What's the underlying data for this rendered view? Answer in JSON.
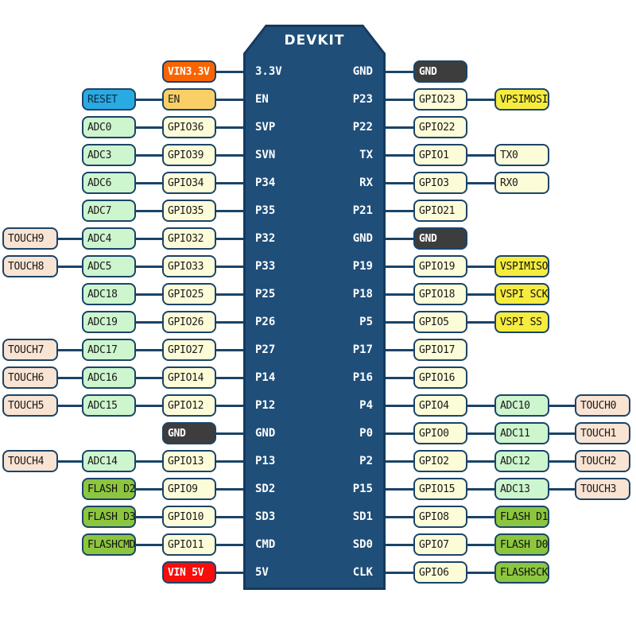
{
  "diagram": {
    "title": "DEVKIT",
    "left_rows": [
      {
        "pin": "3.3V",
        "boxes": [
          {
            "label": "VIN3.3V",
            "type": "power_3v3"
          }
        ]
      },
      {
        "pin": "EN",
        "boxes": [
          {
            "label": "EN",
            "type": "en"
          },
          {
            "label": "RESET",
            "type": "reset"
          }
        ]
      },
      {
        "pin": "SVP",
        "boxes": [
          {
            "label": "GPIO36",
            "type": "gpio"
          },
          {
            "label": "ADC0",
            "type": "adc"
          }
        ]
      },
      {
        "pin": "SVN",
        "boxes": [
          {
            "label": "GPIO39",
            "type": "gpio"
          },
          {
            "label": "ADC3",
            "type": "adc"
          }
        ]
      },
      {
        "pin": "P34",
        "boxes": [
          {
            "label": "GPIO34",
            "type": "gpio"
          },
          {
            "label": "ADC6",
            "type": "adc"
          }
        ]
      },
      {
        "pin": "P35",
        "boxes": [
          {
            "label": "GPIO35",
            "type": "gpio"
          },
          {
            "label": "ADC7",
            "type": "adc"
          }
        ]
      },
      {
        "pin": "P32",
        "boxes": [
          {
            "label": "GPIO32",
            "type": "gpio"
          },
          {
            "label": "ADC4",
            "type": "adc"
          },
          {
            "label": "TOUCH9",
            "type": "touch"
          }
        ]
      },
      {
        "pin": "P33",
        "boxes": [
          {
            "label": "GPIO33",
            "type": "gpio"
          },
          {
            "label": "ADC5",
            "type": "adc"
          },
          {
            "label": "TOUCH8",
            "type": "touch"
          }
        ]
      },
      {
        "pin": "P25",
        "boxes": [
          {
            "label": "GPIO25",
            "type": "gpio"
          },
          {
            "label": "ADC18",
            "type": "adc"
          }
        ]
      },
      {
        "pin": "P26",
        "boxes": [
          {
            "label": "GPIO26",
            "type": "gpio"
          },
          {
            "label": "ADC19",
            "type": "adc"
          }
        ]
      },
      {
        "pin": "P27",
        "boxes": [
          {
            "label": "GPIO27",
            "type": "gpio"
          },
          {
            "label": "ADC17",
            "type": "adc"
          },
          {
            "label": "TOUCH7",
            "type": "touch"
          }
        ]
      },
      {
        "pin": "P14",
        "boxes": [
          {
            "label": "GPIO14",
            "type": "gpio"
          },
          {
            "label": "ADC16",
            "type": "adc"
          },
          {
            "label": "TOUCH6",
            "type": "touch"
          }
        ]
      },
      {
        "pin": "P12",
        "boxes": [
          {
            "label": "GPIO12",
            "type": "gpio"
          },
          {
            "label": "ADC15",
            "type": "adc"
          },
          {
            "label": "TOUCH5",
            "type": "touch"
          }
        ]
      },
      {
        "pin": "GND",
        "boxes": [
          {
            "label": "GND",
            "type": "gnd"
          }
        ]
      },
      {
        "pin": "P13",
        "boxes": [
          {
            "label": "GPIO13",
            "type": "gpio"
          },
          {
            "label": "ADC14",
            "type": "adc"
          },
          {
            "label": "TOUCH4",
            "type": "touch"
          }
        ]
      },
      {
        "pin": "SD2",
        "boxes": [
          {
            "label": "GPIO9",
            "type": "gpio"
          },
          {
            "label": "FLASH D2",
            "type": "flash"
          }
        ]
      },
      {
        "pin": "SD3",
        "boxes": [
          {
            "label": "GPIO10",
            "type": "gpio"
          },
          {
            "label": "FLASH D3",
            "type": "flash"
          }
        ]
      },
      {
        "pin": "CMD",
        "boxes": [
          {
            "label": "GPIO11",
            "type": "gpio"
          },
          {
            "label": "FLASHCMD",
            "type": "flash"
          }
        ]
      },
      {
        "pin": "5V",
        "boxes": [
          {
            "label": "VIN 5V",
            "type": "power_5v"
          }
        ]
      }
    ],
    "right_rows": [
      {
        "pin": "GND",
        "boxes": [
          {
            "label": "GND",
            "type": "gnd"
          }
        ]
      },
      {
        "pin": "P23",
        "boxes": [
          {
            "label": "GPIO23",
            "type": "gpio"
          },
          {
            "label": "VPSIMOSI",
            "type": "vspi"
          }
        ]
      },
      {
        "pin": "P22",
        "boxes": [
          {
            "label": "GPIO22",
            "type": "gpio"
          }
        ]
      },
      {
        "pin": "TX",
        "boxes": [
          {
            "label": "GPIO1",
            "type": "gpio"
          },
          {
            "label": "TX0",
            "type": "gpio"
          }
        ]
      },
      {
        "pin": "RX",
        "boxes": [
          {
            "label": "GPIO3",
            "type": "gpio"
          },
          {
            "label": "RX0",
            "type": "gpio"
          }
        ]
      },
      {
        "pin": "P21",
        "boxes": [
          {
            "label": "GPIO21",
            "type": "gpio"
          }
        ]
      },
      {
        "pin": "GND",
        "boxes": [
          {
            "label": "GND",
            "type": "gnd"
          }
        ]
      },
      {
        "pin": "P19",
        "boxes": [
          {
            "label": "GPIO19",
            "type": "gpio"
          },
          {
            "label": "VSPIMISO",
            "type": "vspi"
          }
        ]
      },
      {
        "pin": "P18",
        "boxes": [
          {
            "label": "GPIO18",
            "type": "gpio"
          },
          {
            "label": "VSPI SCK",
            "type": "vspi"
          }
        ]
      },
      {
        "pin": "P5",
        "boxes": [
          {
            "label": "GPIO5",
            "type": "gpio"
          },
          {
            "label": "VSPI SS",
            "type": "vspi"
          }
        ]
      },
      {
        "pin": "P17",
        "boxes": [
          {
            "label": "GPIO17",
            "type": "gpio"
          }
        ]
      },
      {
        "pin": "P16",
        "boxes": [
          {
            "label": "GPIO16",
            "type": "gpio"
          }
        ]
      },
      {
        "pin": "P4",
        "boxes": [
          {
            "label": "GPIO4",
            "type": "gpio"
          },
          {
            "label": "ADC10",
            "type": "adc"
          },
          {
            "label": "TOUCH0",
            "type": "touch"
          }
        ]
      },
      {
        "pin": "P0",
        "boxes": [
          {
            "label": "GPIO0",
            "type": "gpio"
          },
          {
            "label": "ADC11",
            "type": "adc"
          },
          {
            "label": "TOUCH1",
            "type": "touch"
          }
        ]
      },
      {
        "pin": "P2",
        "boxes": [
          {
            "label": "GPIO2",
            "type": "gpio"
          },
          {
            "label": "ADC12",
            "type": "adc"
          },
          {
            "label": "TOUCH2",
            "type": "touch"
          }
        ]
      },
      {
        "pin": "P15",
        "boxes": [
          {
            "label": "GPIO15",
            "type": "gpio"
          },
          {
            "label": "ADC13",
            "type": "adc"
          },
          {
            "label": "TOUCH3",
            "type": "touch"
          }
        ]
      },
      {
        "pin": "SD1",
        "boxes": [
          {
            "label": "GPIO8",
            "type": "gpio"
          },
          {
            "label": "FLASH D1",
            "type": "flash"
          }
        ]
      },
      {
        "pin": "SD0",
        "boxes": [
          {
            "label": "GPIO7",
            "type": "gpio"
          },
          {
            "label": "FLASH D0",
            "type": "flash"
          }
        ]
      },
      {
        "pin": "CLK",
        "boxes": [
          {
            "label": "GPIO6",
            "type": "gpio"
          },
          {
            "label": "FLASHSCK",
            "type": "flash"
          }
        ]
      }
    ]
  },
  "palette": {
    "canvas_bg": "#FFFFFF",
    "line": "#1B4468",
    "box_border": "#1B4468",
    "chip_fill": "#1F4E79",
    "chip_edge": "#143A5F",
    "chip_text": "#FFFFFF",
    "gpio": {
      "bg": "#FCFCD9",
      "fg": "#1A1A1A",
      "bold": false
    },
    "adc": {
      "bg": "#CDF5CE",
      "fg": "#1A1A1A",
      "bold": false
    },
    "touch": {
      "bg": "#F9E3D3",
      "fg": "#1A1A1A",
      "bold": false
    },
    "gnd": {
      "bg": "#3D3D3D",
      "fg": "#FFFFFF",
      "bold": true
    },
    "power_3v3": {
      "bg": "#FA6400",
      "fg": "#FFFFFF",
      "bold": true
    },
    "power_5v": {
      "bg": "#F90D0B",
      "fg": "#FFFFFF",
      "bold": true
    },
    "en": {
      "bg": "#FAD066",
      "fg": "#222222",
      "bold": false
    },
    "reset": {
      "bg": "#2AAAE2",
      "fg": "#0D2A44",
      "bold": false
    },
    "flash": {
      "bg": "#8CC63E",
      "fg": "#111111",
      "bold": false
    },
    "vspi": {
      "bg": "#F5EC3F",
      "fg": "#111111",
      "bold": false
    }
  }
}
